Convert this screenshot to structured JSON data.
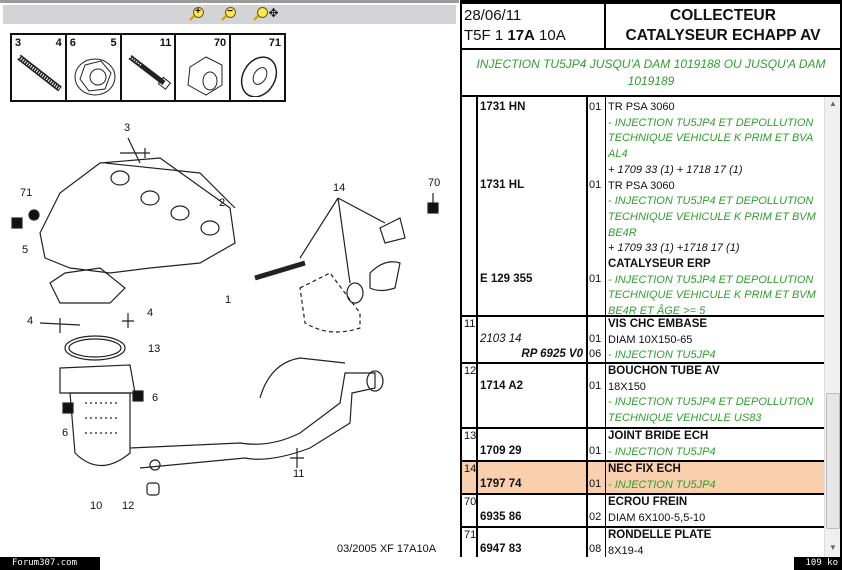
{
  "toolbar": {
    "zoom_in": "zoom-in-icon",
    "zoom_out": "zoom-out-icon",
    "pan": "pan-zoom-icon"
  },
  "strip": [
    {
      "l": "3",
      "r": "4"
    },
    {
      "l": "6",
      "r": "5"
    },
    {
      "l": "",
      "r": "11"
    },
    {
      "l": "",
      "r": "70"
    },
    {
      "l": "",
      "r": "71"
    }
  ],
  "callouts": [
    "3",
    "71",
    "5",
    "2",
    "1",
    "4",
    "4",
    "13",
    "6",
    "6",
    "10",
    "12",
    "11",
    "14",
    "70"
  ],
  "diagram_code": "03/2005  XF 17A10A",
  "header": {
    "date": "28/06/11",
    "code_pre": "T5F 1 ",
    "code_bold": "17A",
    "code_post": " 10A",
    "title1": "COLLECTEUR",
    "title2": "CATALYSEUR ECHAPP AV"
  },
  "subtitle": "INJECTION TU5JP4 JUSQU'A DAM 1019188 OU JUSQU'A DAM 1019189",
  "rows": {
    "r0": {
      "ref1": "1731 HN",
      "q1": "01",
      "d1a": "TR PSA 3060",
      "d1b": "- INJECTION TU5JP4 ET DEPOLLUTION",
      "d1c": "TECHNIQUE VEHICULE K PRIM ET BVA",
      "d1d": "AL4",
      "d1e": "+ 1709 33 (1) + 1718 17 (1)",
      "ref2": "1731 HL",
      "q2": "01",
      "d2a": "TR PSA 3060",
      "d2b": "- INJECTION TU5JP4 ET DEPOLLUTION",
      "d2c": "TECHNIQUE VEHICULE K PRIM ET BVM",
      "d2d": "BE4R",
      "d2e": "+ 1709 33 (1) +1718 17 (1)",
      "t3": "CATALYSEUR ERP",
      "ref3": "E 129 355",
      "q3": "01",
      "d3a": "- INJECTION TU5JP4 ET DEPOLLUTION",
      "d3b": "TECHNIQUE VEHICULE K PRIM ET BVM",
      "d3c": "BE4R ET ÂGE >= 5"
    },
    "r11": {
      "n": "11",
      "t": "VIS CHC EMBASE",
      "ref": "2103 14",
      "q": "01",
      "d": "DIAM 10X150-65",
      "ref2": "RP 6925 V0",
      "q2": "06",
      "d2": "- INJECTION TU5JP4"
    },
    "r12": {
      "n": "12",
      "t": "BOUCHON TUBE AV",
      "ref": "1714 A2",
      "q": "01",
      "d": "18X150",
      "d2": "- INJECTION TU5JP4 ET DEPOLLUTION",
      "d3": "TECHNIQUE VEHICULE US83"
    },
    "r13": {
      "n": "13",
      "t": "JOINT BRIDE ECH",
      "ref": "1709 29",
      "q": "01",
      "d": "- INJECTION TU5JP4"
    },
    "r14": {
      "n": "14",
      "t": "NEC FIX ECH",
      "ref": "1797 74",
      "q": "01",
      "d": "- INJECTION TU5JP4"
    },
    "r70": {
      "n": "70",
      "t": "ECROU FREIN",
      "ref": "6935 86",
      "q": "02",
      "d": "DIAM 6X100-5,5-10"
    },
    "r71": {
      "n": "71",
      "t": "RONDELLE PLATE",
      "ref": "6947 83",
      "q": "08",
      "d": "8X19-4"
    }
  },
  "status": {
    "site": "Forum307.com",
    "size": "109 ko"
  },
  "colors": {
    "green": "#2ea02e",
    "selected": "#f9cfae"
  }
}
